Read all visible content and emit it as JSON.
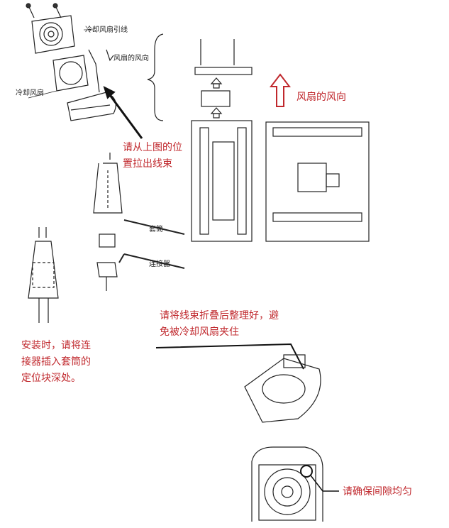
{
  "labels": {
    "fan_lead": "冷却风扇引线",
    "fan_direction_small": "风扇的风向",
    "cooling_fan": "冷却风扇",
    "fan_direction": "风扇的风向",
    "pull_harness": [
      "请从上图的位",
      "置拉出线束"
    ],
    "sleeve": "套筒",
    "connector": "连接器",
    "fold_harness": [
      "请将线束折叠后整理好，避",
      "免被冷却风扇夹住"
    ],
    "install_note": [
      "安装时，请将连",
      "接器插入套筒的",
      "定位块深处。"
    ],
    "ensure_gap": "请确保间隙均匀"
  },
  "colors": {
    "annotation": "#c0282d",
    "line": "#111111"
  }
}
